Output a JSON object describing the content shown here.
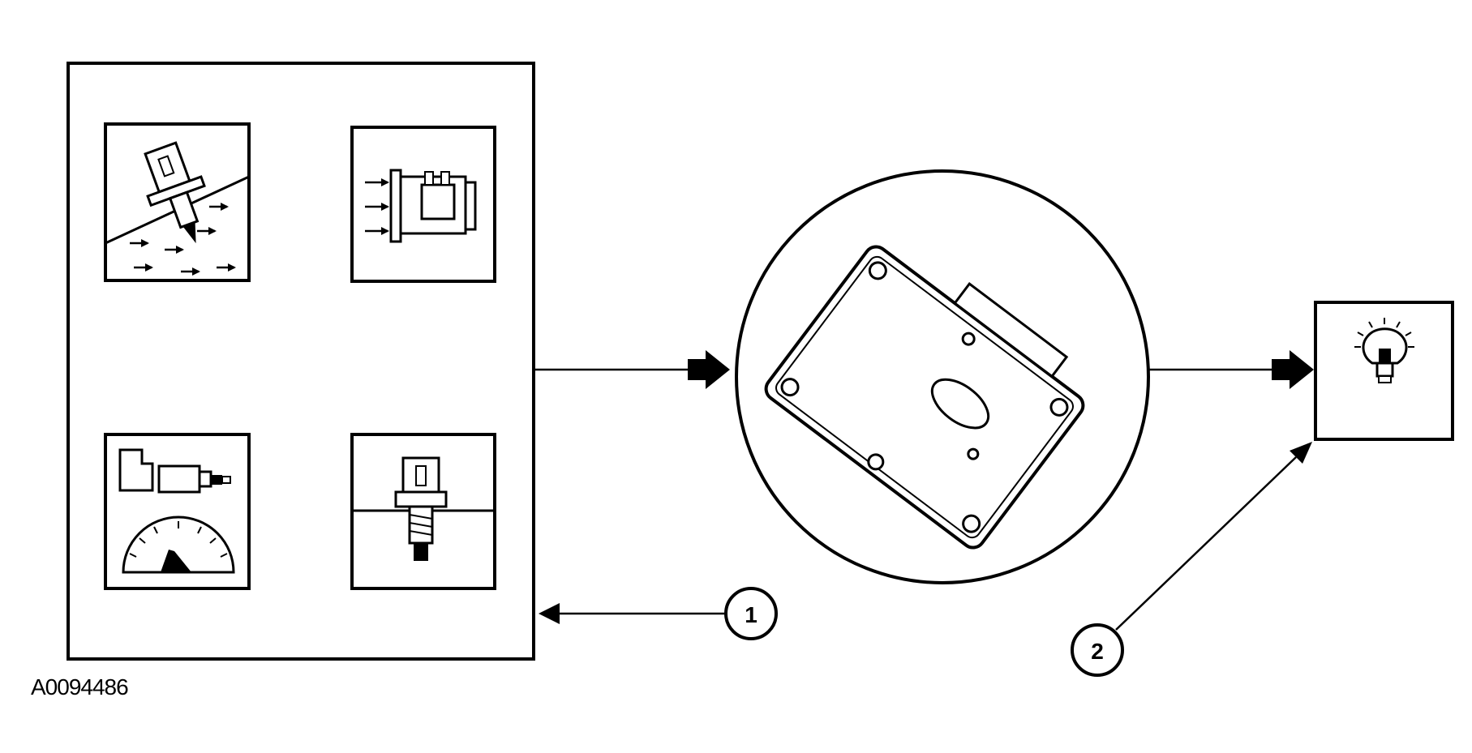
{
  "figure": {
    "id_label": "A0094486"
  },
  "callouts": [
    {
      "number": "1"
    },
    {
      "number": "2"
    }
  ],
  "colors": {
    "line": "#000000",
    "background": "#ffffff"
  }
}
